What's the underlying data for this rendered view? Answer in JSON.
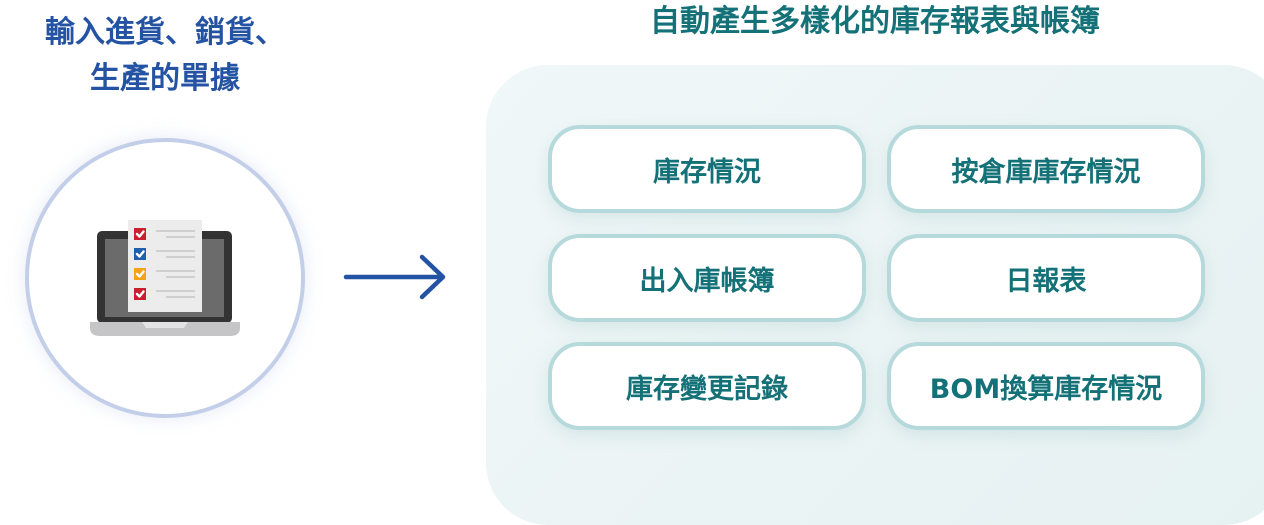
{
  "left": {
    "title_line1": "輸入進貨、銷貨、",
    "title_line2": "生產的單據",
    "icon": "laptop-checklist-icon",
    "checkbox_colors": [
      "#c8202f",
      "#1f5fae",
      "#f5a21b",
      "#c8202f"
    ]
  },
  "arrow": {
    "icon": "arrow-right-icon",
    "color": "#2553a3"
  },
  "right": {
    "title": "自動產生多樣化的庫存報表與帳簿",
    "reports": [
      {
        "label": "庫存情況"
      },
      {
        "label": "按倉庫庫存情況"
      },
      {
        "label": "出入庫帳簿"
      },
      {
        "label": "日報表"
      },
      {
        "label": "庫存變更記錄"
      },
      {
        "label": "BOM換算庫存情況"
      }
    ]
  },
  "colors": {
    "left_accent": "#2553a3",
    "right_accent": "#137177",
    "box_border": "#b6d9dc",
    "panel_bg": "#edf5f6"
  }
}
